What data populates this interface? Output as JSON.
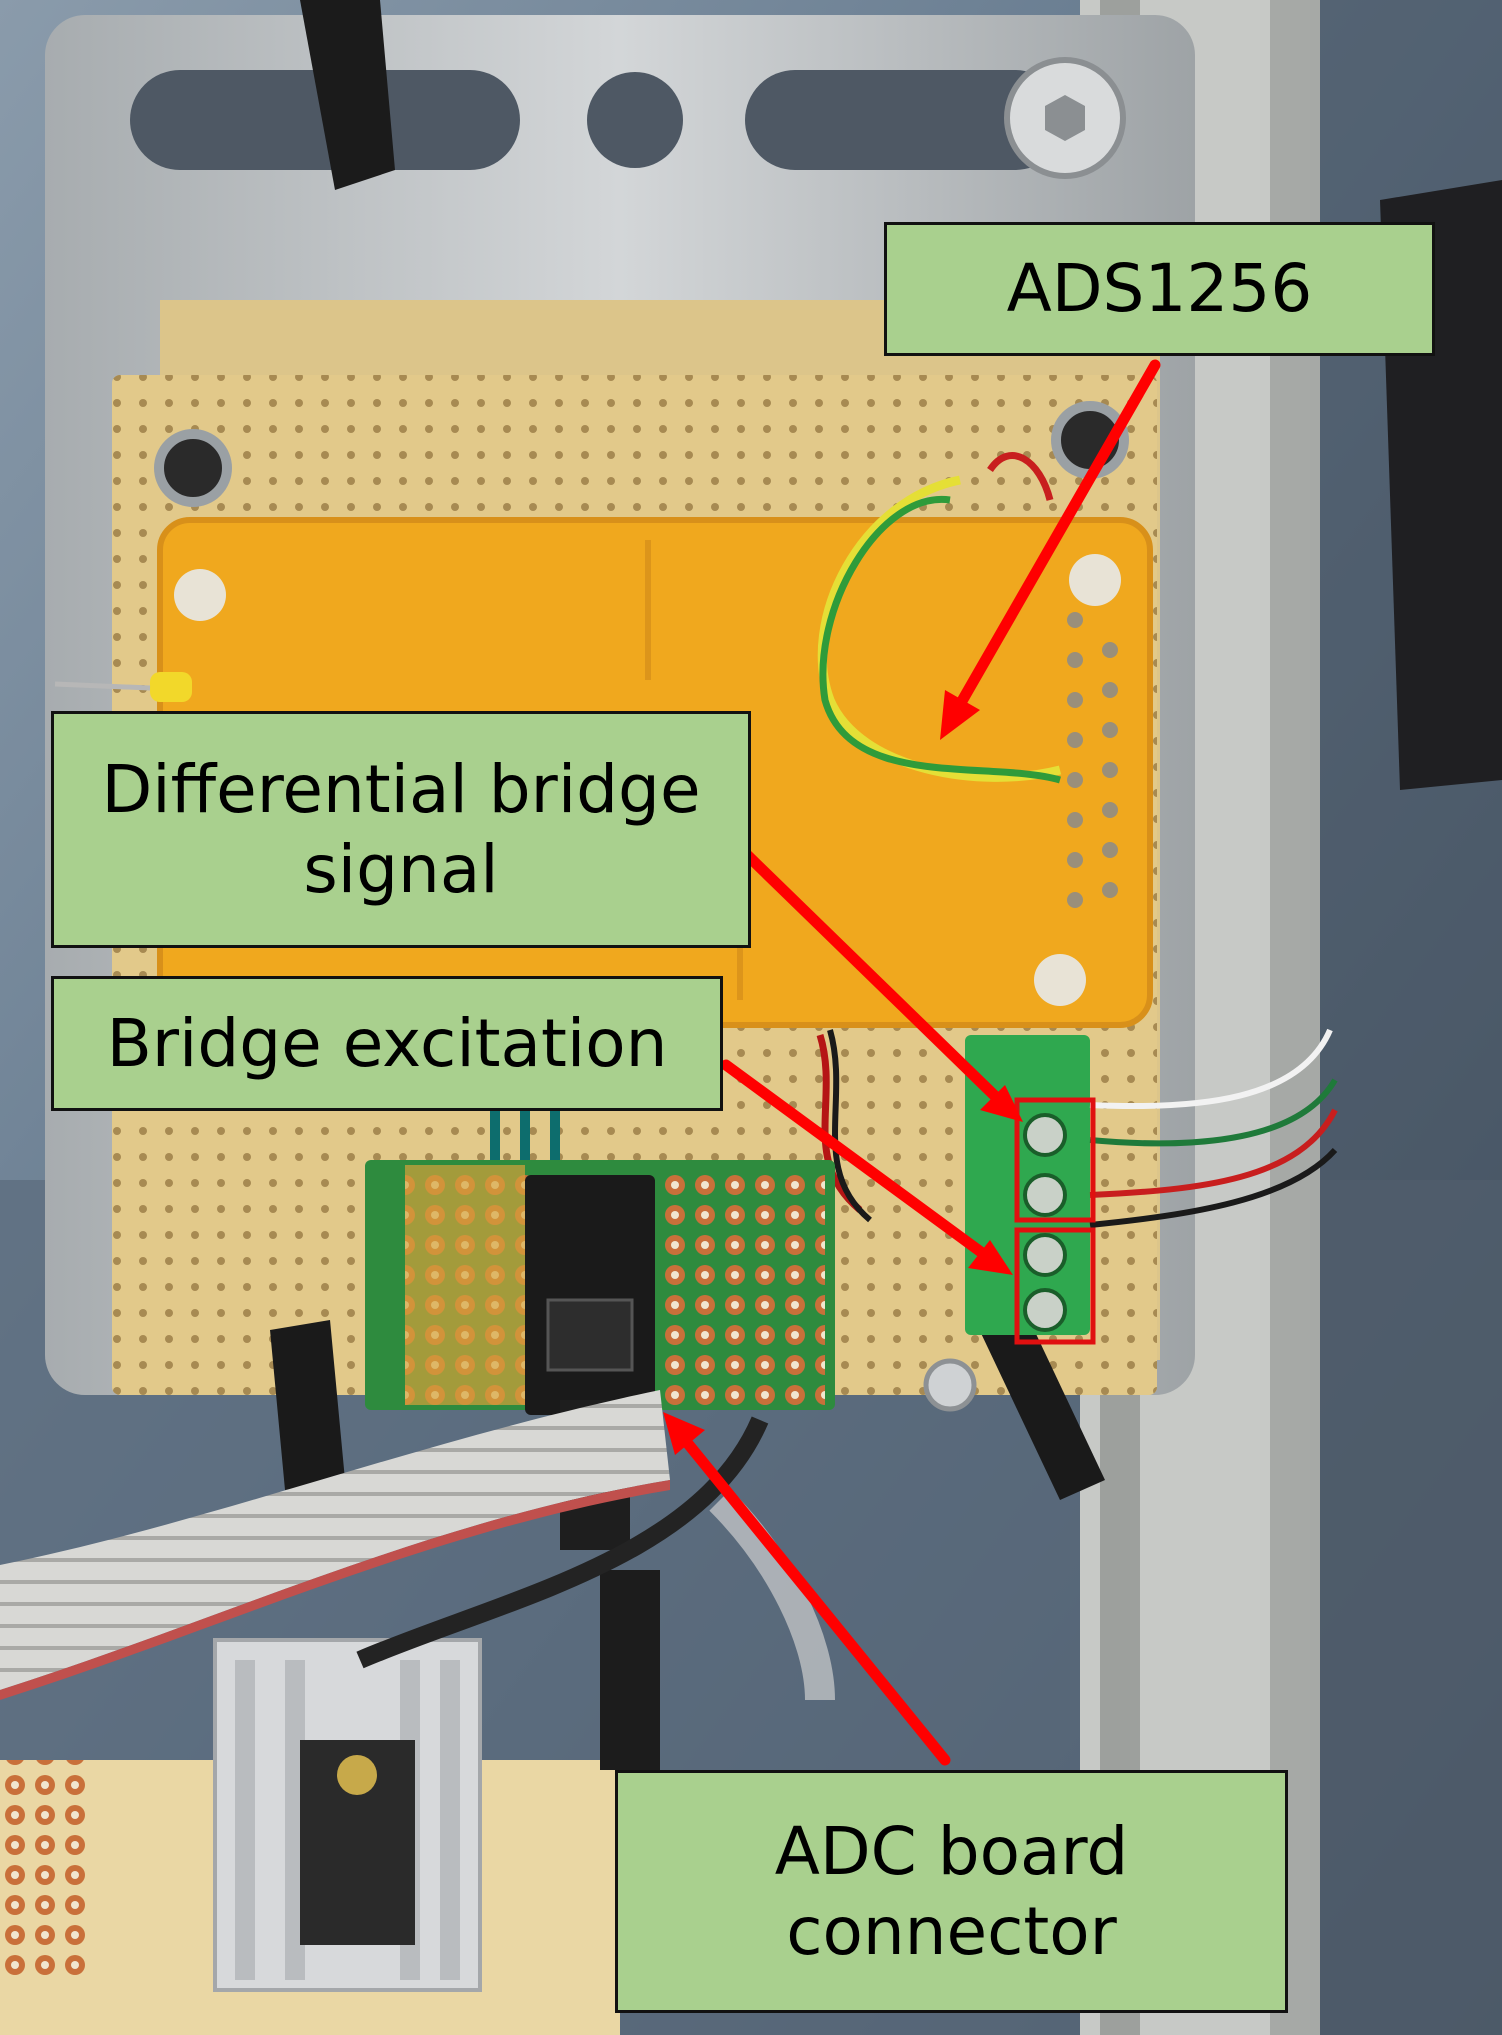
{
  "photo": {
    "subject": "board-assembly-photo",
    "colors": {
      "background": "#6e7f90",
      "plate": "#bfc4c7",
      "protoboard": "#e2c98a",
      "adc_board": "#f0a81e",
      "terminal_block": "#2fa84f",
      "label_fill": "#a9d08e",
      "arrow": "#ff0000",
      "highlight_box": "#e01010"
    }
  },
  "labels": {
    "ads": "ADS1256",
    "differential": "Differential bridge\nsignal",
    "excitation": "Bridge excitation",
    "connector": "ADC board\nconnector"
  }
}
